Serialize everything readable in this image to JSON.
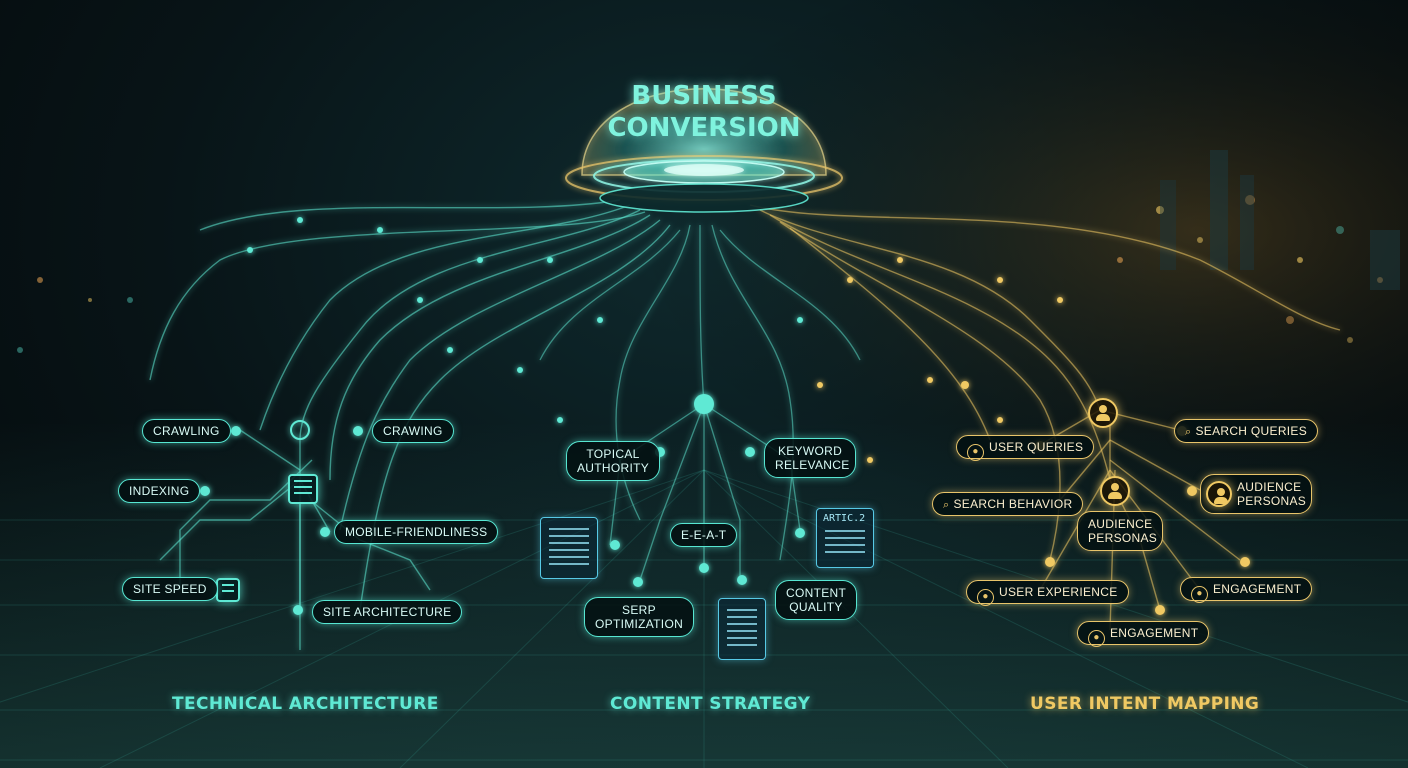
{
  "hub": {
    "title_line1": "BUSINESS",
    "title_line2": "CONVERSION"
  },
  "sections": {
    "technical": "TECHNICAL ARCHITECTURE",
    "content": "CONTENT STRATEGY",
    "intent": "USER INTENT MAPPING"
  },
  "technical_nodes": {
    "crawling": "CRAWLING",
    "crawing": "CRAWING",
    "indexing": "INDEXING",
    "mobile": "MOBILE-FRIENDLINESS",
    "site_speed": "SITE SPEED",
    "site_architecture": "SITE ARCHITECTURE"
  },
  "content_nodes": {
    "topical_authority": "TOPICAL AUTHORITY",
    "keyword_relevance": "KEYWORD RELEVANCE",
    "eeat": "E-E-A-T",
    "serp": "SERP OPTIMIZATION",
    "content_quality": "CONTENT QUALITY",
    "doc_label": "ARTIC.2"
  },
  "intent_nodes": {
    "user_queries": "USER QUERIES",
    "search_queries": "SEARCH QUERIES",
    "search_behavior": "SEARCH BEHAVIOR",
    "audience_personas_center": "AUDIENCE PERSONAS",
    "audience_personas_right": "AUDIENCE PERSONAS",
    "user_experience": "USER EXPERIENCE",
    "engagement_right": "ENGAGEMENT",
    "engagement_bottom": "ENGAGEMENT"
  },
  "colors": {
    "teal": "#5fe9d4",
    "gold": "#f0c963",
    "background": "#081417",
    "doc_blue": "#57c9e6"
  },
  "icons": [
    "person-icon",
    "search-icon",
    "chip-icon",
    "document-icon"
  ]
}
